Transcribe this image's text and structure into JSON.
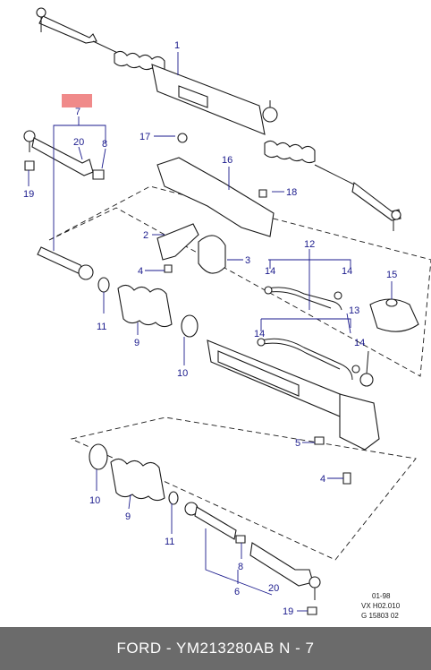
{
  "colors": {
    "callout": "#1a1a8c",
    "highlight": "#f08a8a",
    "footer_bg": "#6b6b6b",
    "footer_text": "#ffffff"
  },
  "callouts": {
    "c1": "1",
    "c2": "2",
    "c3": "3",
    "c4a": "4",
    "c4b": "4",
    "c5": "5",
    "c6": "6",
    "c7": "7",
    "c8a": "8",
    "c8b": "8",
    "c9a": "9",
    "c9b": "9",
    "c10a": "10",
    "c10b": "10",
    "c11a": "11",
    "c11b": "11",
    "c12": "12",
    "c13": "13",
    "c14a": "14",
    "c14b": "14",
    "c14c": "14",
    "c14d": "14",
    "c15": "15",
    "c16": "16",
    "c17": "17",
    "c18": "18",
    "c19a": "19",
    "c19b": "19",
    "c20a": "20",
    "c20b": "20"
  },
  "stamp": {
    "line1": "01-98",
    "line2": "VX H02.010",
    "line3": "G 15803 02"
  },
  "footer": {
    "text": "FORD - YM213280AB     N - 7"
  }
}
